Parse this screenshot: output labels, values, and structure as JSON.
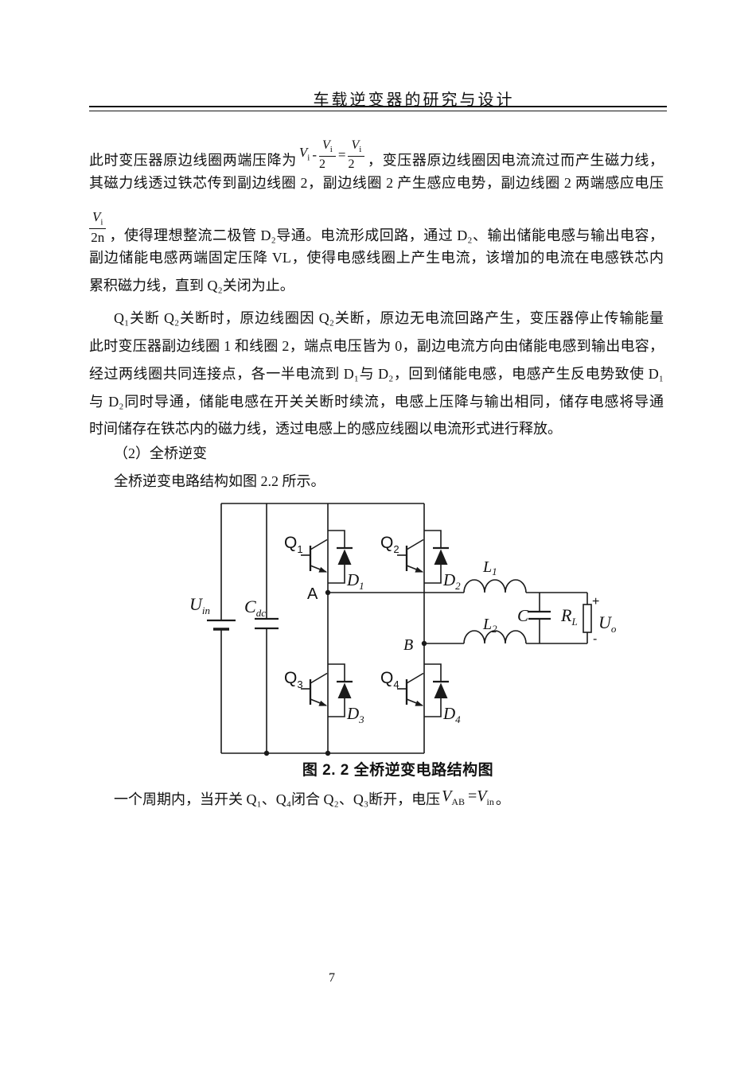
{
  "page": {
    "number": "7"
  },
  "header": {
    "title": "车载逆变器的研究与设计"
  },
  "body": {
    "p1": {
      "l1_lead": "此时变压器原边线圈两端压降为",
      "l1_tail": "，变压器原边线圈因电流流过而产生磁力线，",
      "l2": "其磁力线透过铁芯传到副边线圈 2，副边线圈 2 产生感应电势，副边线圈 2 两端感应电压",
      "l3_tail": "，使得理想整流二极管 D₂导通。电流形成回路，通过 D₂、输出储能电感与输出电容，",
      "l4": "副边储能电感两端固定压降 VL，使得电感线圈上产生电流，该增加的电流在电感铁芯内",
      "l5": "累积磁力线，直到 Q₂关闭为止。"
    },
    "formula1": {
      "v": "V",
      "v_sub": "i",
      "minus": "-",
      "num": "V",
      "num_sub": "i",
      "den": "2",
      "eq": "="
    },
    "formula2": {
      "num": "V",
      "num_sub": "i",
      "den": "2n"
    },
    "p2": {
      "l1": "Q₁关断 Q₂关断时，原边线圈因 Q₂关断，原边无电流回路产生，变压器停止传输能量",
      "l2": "此时变压器副边线圈 1 和线圈 2，端点电压皆为 0，副边电流方向由储能电感到输出电容，",
      "l3": "经过两线圈共同连接点，各一半电流到 D₁与 D₂，回到储能电感，电感产生反电势致使 D₁",
      "l4": "与 D₂同时导通，储能电感在开关关断时续流，电感上压降与输出相同，储存电感将导通",
      "l5": "时间储存在铁芯内的磁力线，透过电感上的感应线圈以电流形式进行释放。"
    },
    "p3": "（2）全桥逆变",
    "p4": "全桥逆变电路结构如图 2.2 所示。",
    "p5": {
      "lead": "一个周期内，当开关 Q₁、Q₄闭合 Q₂、Q₃断开，电压",
      "tail": "。"
    },
    "formula3": {
      "v1": "V",
      "sub1": "AB",
      "eq": "=",
      "v2": "V",
      "sub2": "in"
    }
  },
  "figure": {
    "caption": "图 2. 2 全桥逆变电路结构图",
    "labels": {
      "uin": {
        "base": "U",
        "sub": "in"
      },
      "cdc": {
        "base": "C",
        "sub": "dc"
      },
      "q1": {
        "base": "Q",
        "sub": "1"
      },
      "q2": {
        "base": "Q",
        "sub": "2"
      },
      "q3": {
        "base": "Q",
        "sub": "3"
      },
      "q4": {
        "base": "Q",
        "sub": "4"
      },
      "d1": {
        "base": "D",
        "sub": "1"
      },
      "d2": {
        "base": "D",
        "sub": "2"
      },
      "d3": {
        "base": "D",
        "sub": "3"
      },
      "d4": {
        "base": "D",
        "sub": "4"
      },
      "l1": {
        "base": "L",
        "sub": "1"
      },
      "l2": {
        "base": "L",
        "sub": "2"
      },
      "c": "C",
      "rl": {
        "base": "R",
        "sub": "L"
      },
      "uo": {
        "base": "U",
        "sub": "o"
      },
      "node_a": "A",
      "node_b": "B",
      "plus": "+",
      "minus": "-"
    }
  }
}
